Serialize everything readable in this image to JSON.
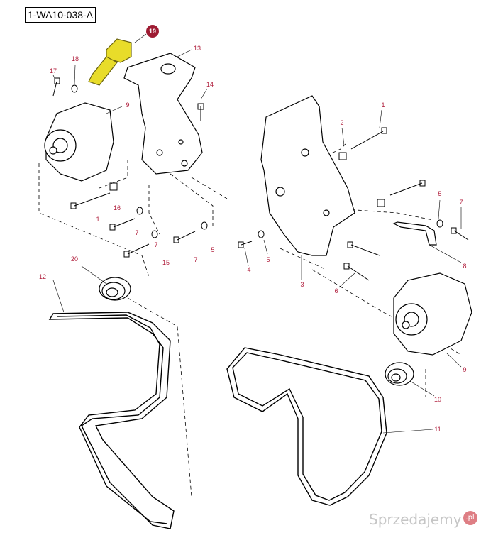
{
  "diagram_ref": "1-WA10-038-A",
  "highlight_color": "#e8dc2a",
  "callout_color": "#b01e3c",
  "callouts": {
    "n1": "1",
    "n1b": "1",
    "n2": "2",
    "n3": "3",
    "n4": "4",
    "n5a": "5",
    "n5b": "5",
    "n5c": "5",
    "n6": "6",
    "n7a": "7",
    "n7b": "7",
    "n7c": "7",
    "n8": "8",
    "n9a": "9",
    "n9b": "9",
    "n10": "10",
    "n11": "11",
    "n12": "12",
    "n13": "13",
    "n14": "14",
    "n15": "15",
    "n16": "16",
    "n17": "17",
    "n18": "18",
    "n19": "19",
    "n20": "20"
  },
  "watermark": {
    "text": "Sprzedajemy",
    "suffix": ".pl"
  }
}
